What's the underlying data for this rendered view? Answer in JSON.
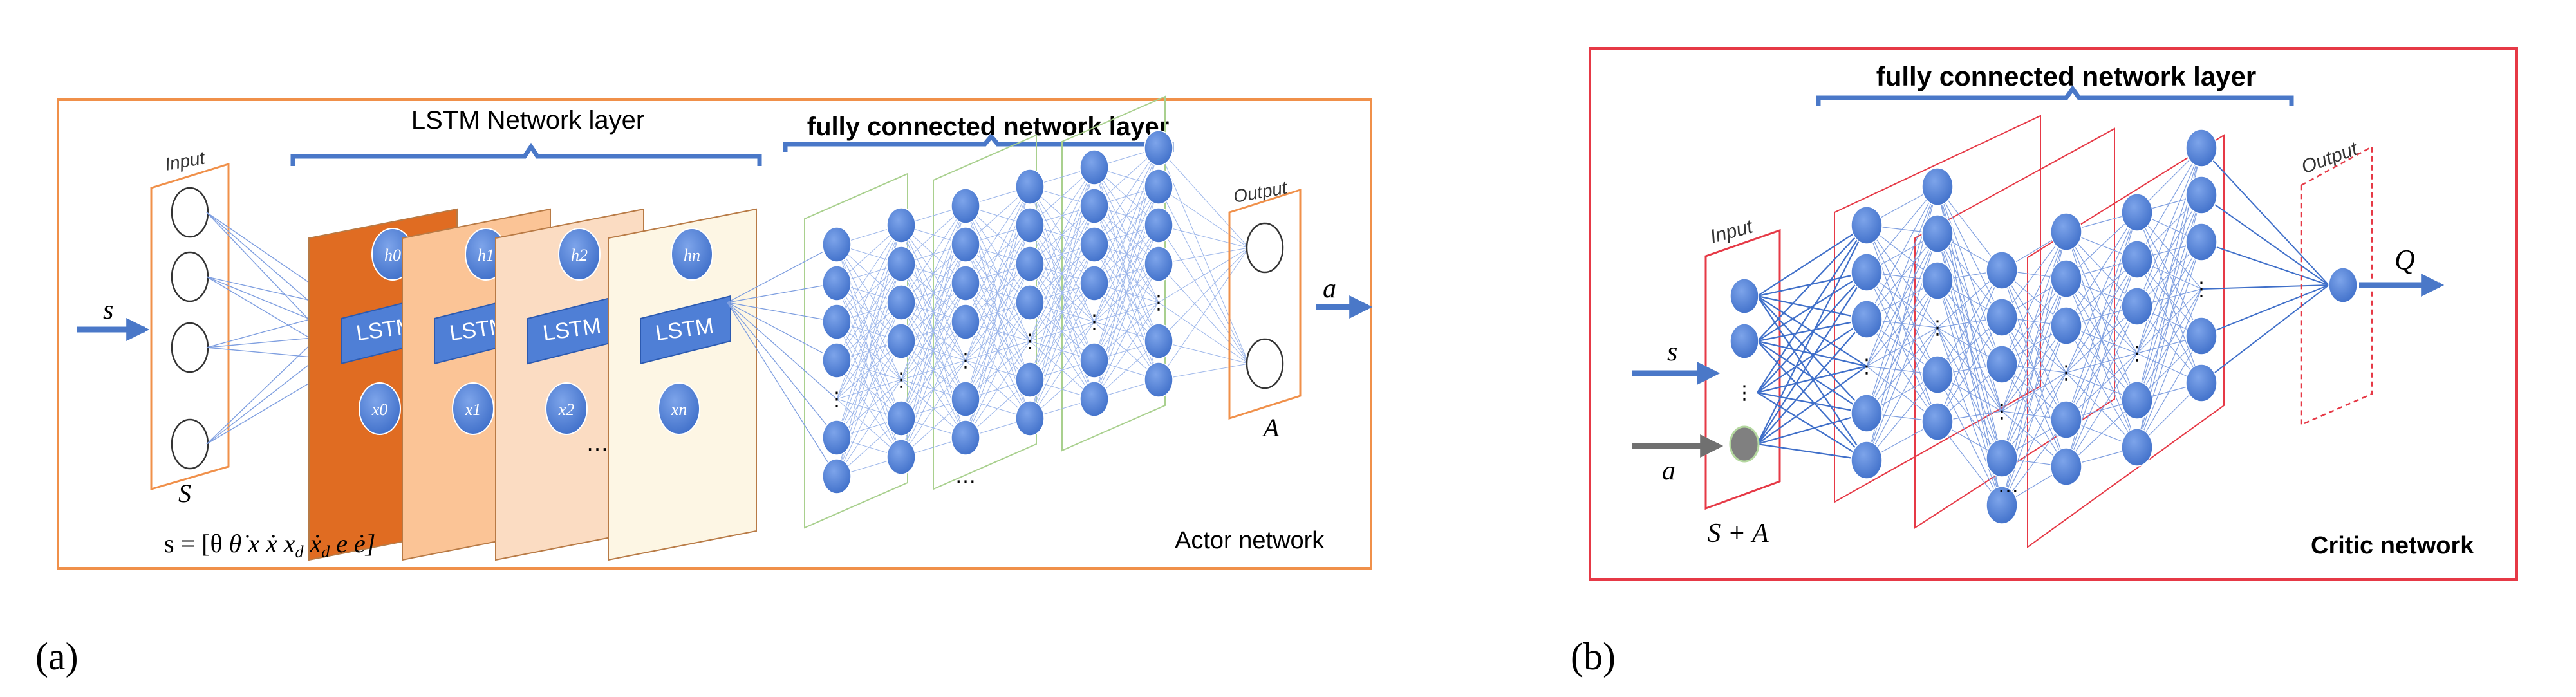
{
  "panel_a": {
    "tag": "(a)",
    "lstm_title": "LSTM Network layer",
    "fc_title": "fully connected network layer",
    "input_label": "Input",
    "output_label": "Output",
    "s_arrow_label": "s",
    "state_space": "S",
    "action_space": "A",
    "a_arrow_label": "a",
    "cell_text": "LSTM",
    "h_labels": [
      "h0",
      "h1",
      "h2",
      "hn"
    ],
    "x_labels": [
      "x0",
      "x1",
      "x2",
      "xn"
    ],
    "ellipsis": "…",
    "equation": "s = [θ θ̇ x ẋ x_d ẋ_d e ė]",
    "name": "Actor network",
    "colors": {
      "frame": "#f0904a",
      "node": "#4f7fd6",
      "panel_dark": "#e06c22"
    }
  },
  "panel_b": {
    "tag": "(b)",
    "fc_title": "fully connected network layer",
    "input_label": "Input",
    "output_label": "Output",
    "s_arrow_label": "s",
    "a_arrow_label": "a",
    "joint_space": "S + A",
    "q_label": "Q",
    "ellipsis": "…",
    "name": "Critic network",
    "colors": {
      "frame": "#e63946",
      "node": "#4f7fd6",
      "action_node": "#808080"
    }
  }
}
